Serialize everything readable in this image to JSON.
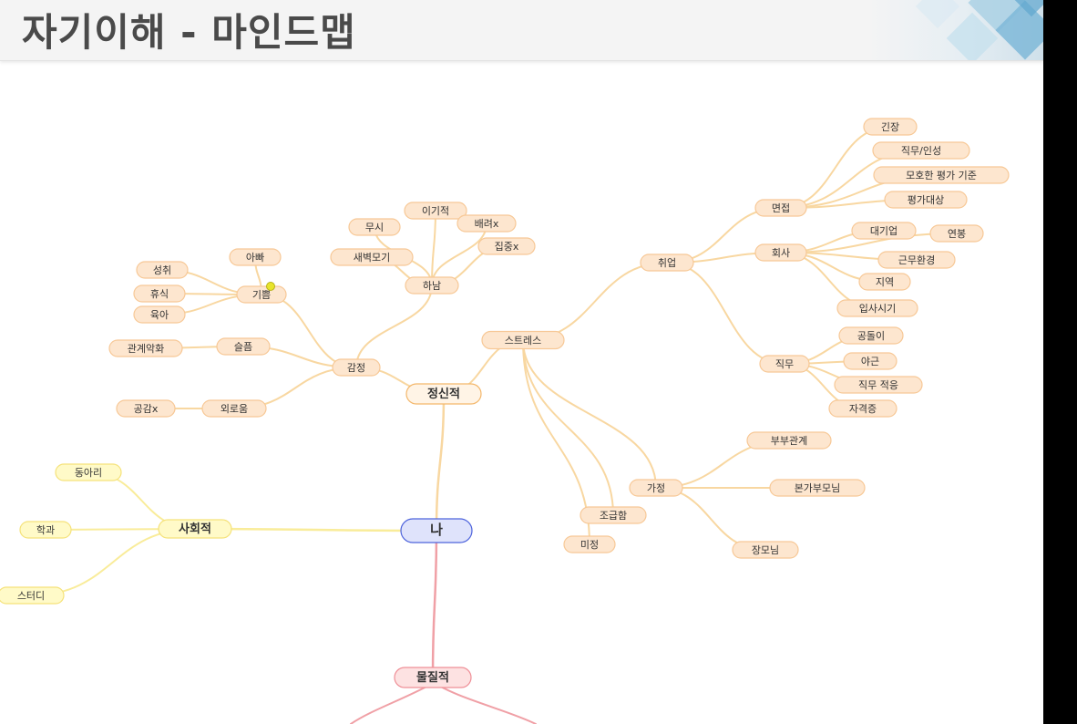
{
  "page": {
    "title": "자기이해 - 마인드맵"
  },
  "colors": {
    "orange_line": "#f8d7a1",
    "orange_fill": "#fde6cf",
    "orange_stroke": "#f7c896",
    "yellow_line": "#f9ec9a",
    "yellow_fill": "#fffac8",
    "yellow_stroke": "#f5e27a",
    "red_line": "#f0a0a6",
    "red_fill": "#fde2e2",
    "red_stroke": "#ef8f97",
    "blue_fill": "#dfe3fb",
    "blue_stroke": "#4d63dc",
    "marker": "#e8e42a"
  },
  "mindmap": {
    "nodes": [
      {
        "id": "me",
        "label": "나",
        "type": "root"
      },
      {
        "id": "mental",
        "label": "정신적",
        "type": "main"
      },
      {
        "id": "social",
        "label": "사회적",
        "type": "main-yellow"
      },
      {
        "id": "material",
        "label": "물질적",
        "type": "main-red"
      },
      {
        "id": "emotion",
        "label": "감정"
      },
      {
        "id": "stress",
        "label": "스트레스"
      },
      {
        "id": "joy",
        "label": "기쁨"
      },
      {
        "id": "dad",
        "label": "아빠"
      },
      {
        "id": "achieve",
        "label": "성취"
      },
      {
        "id": "rest",
        "label": "휴식"
      },
      {
        "id": "childcare",
        "label": "육아"
      },
      {
        "id": "sad",
        "label": "슬픔"
      },
      {
        "id": "relworse",
        "label": "관계악화"
      },
      {
        "id": "lonely",
        "label": "외로움"
      },
      {
        "id": "empathy",
        "label": "공감x"
      },
      {
        "id": "hanam",
        "label": "하남"
      },
      {
        "id": "selfish",
        "label": "이기적"
      },
      {
        "id": "ignore",
        "label": "무시"
      },
      {
        "id": "consider",
        "label": "배려x"
      },
      {
        "id": "dawn",
        "label": "새벽모기"
      },
      {
        "id": "focus",
        "label": "집중x"
      },
      {
        "id": "job",
        "label": "취업"
      },
      {
        "id": "interview",
        "label": "면접"
      },
      {
        "id": "nervous",
        "label": "긴장"
      },
      {
        "id": "duty_personality",
        "label": "직무/인성"
      },
      {
        "id": "vague",
        "label": "모호한 평가 기준"
      },
      {
        "id": "target",
        "label": "평가대상"
      },
      {
        "id": "company",
        "label": "회사"
      },
      {
        "id": "bigcorp",
        "label": "대기업"
      },
      {
        "id": "salary",
        "label": "연봉"
      },
      {
        "id": "workenv",
        "label": "근무환경"
      },
      {
        "id": "region",
        "label": "지역"
      },
      {
        "id": "hiretime",
        "label": "입사시기"
      },
      {
        "id": "duty",
        "label": "직무"
      },
      {
        "id": "pubsvc",
        "label": "공돌이"
      },
      {
        "id": "night",
        "label": "야근"
      },
      {
        "id": "adapt",
        "label": "직무 적응"
      },
      {
        "id": "cert",
        "label": "자격증"
      },
      {
        "id": "family",
        "label": "가정"
      },
      {
        "id": "couple",
        "label": "부부관계"
      },
      {
        "id": "parents",
        "label": "본가부모님"
      },
      {
        "id": "inlaws",
        "label": "장모님"
      },
      {
        "id": "hurry",
        "label": "조급함"
      },
      {
        "id": "undecided",
        "label": "미정"
      },
      {
        "id": "club",
        "label": "동아리"
      },
      {
        "id": "major",
        "label": "학과"
      },
      {
        "id": "study",
        "label": "스터디"
      }
    ]
  }
}
